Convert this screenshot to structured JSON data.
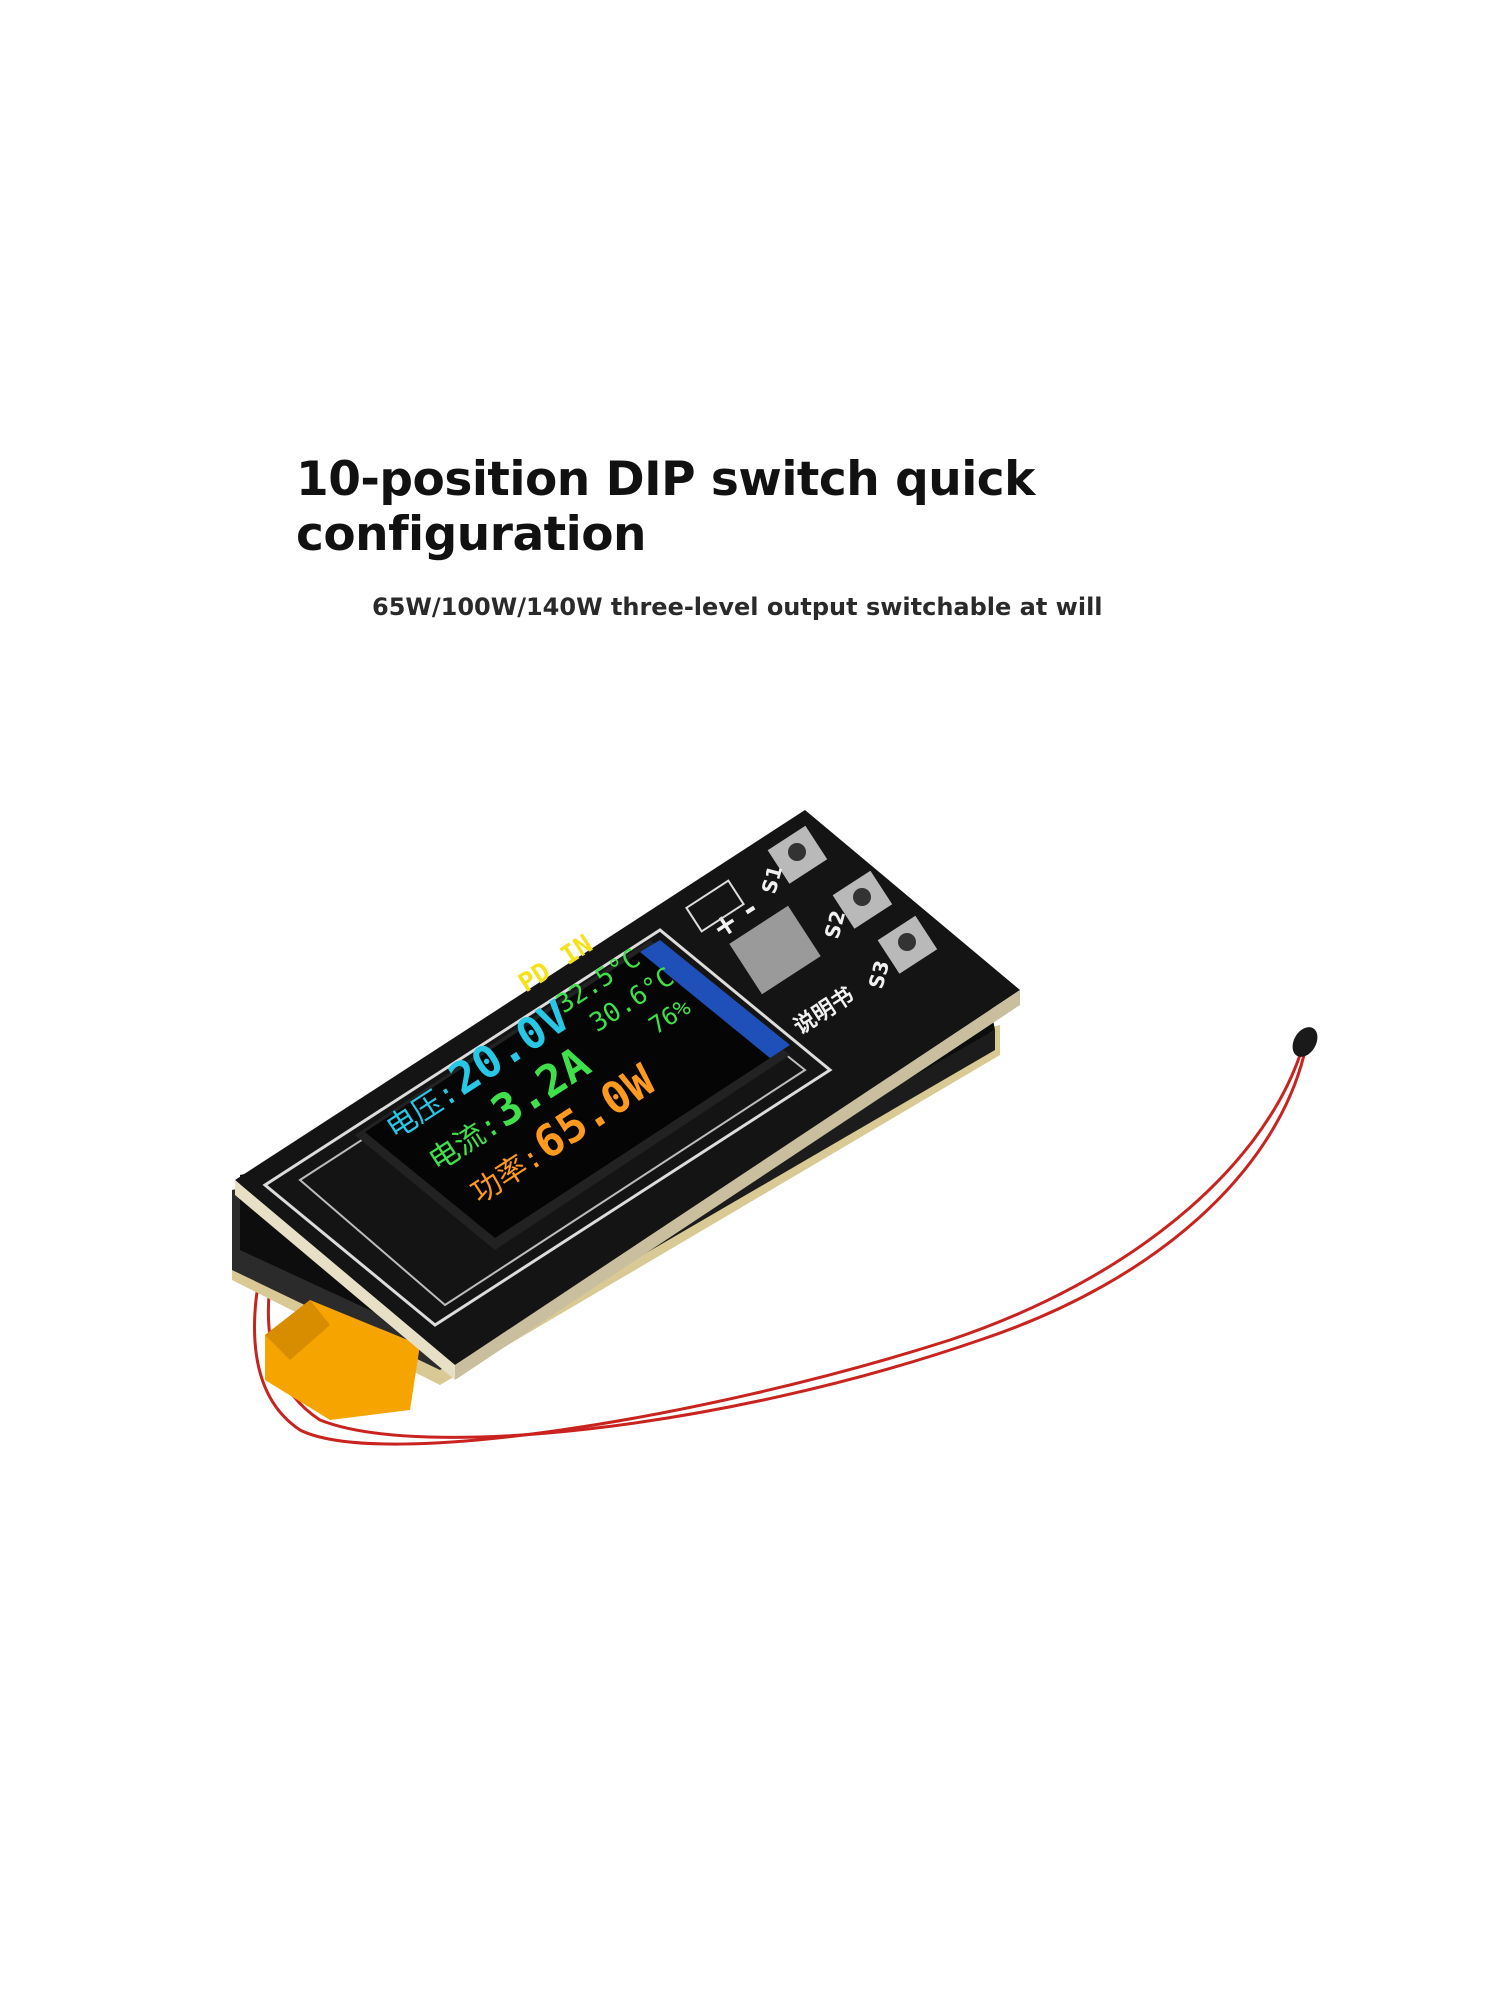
{
  "headline": "10-position DIP switch quick configuration",
  "subheadline": "65W/100W/140W three-level output switchable at will",
  "product": {
    "screen": {
      "mode": "PD",
      "source": "IN",
      "voltage_label": "电压:",
      "voltage_value": "20.0V",
      "current_label": "电流:",
      "current_value": "3.2A",
      "power_label": "功率:",
      "power_value": "65.0W",
      "temp1": "32.5°C",
      "temp2": "30.6°C",
      "percent": "76%"
    },
    "buttons": [
      "S1",
      "S2",
      "S3"
    ],
    "manual_label": "说明书",
    "polarity": "+ -"
  },
  "colors": {
    "board": "#141414",
    "screen_bg": "#050505",
    "cyan": "#27c8e6",
    "green": "#3fe04a",
    "orange": "#ff9a1f",
    "yellow": "#f4e21c",
    "wire": "#c8231e",
    "connector": "#f5a400"
  }
}
